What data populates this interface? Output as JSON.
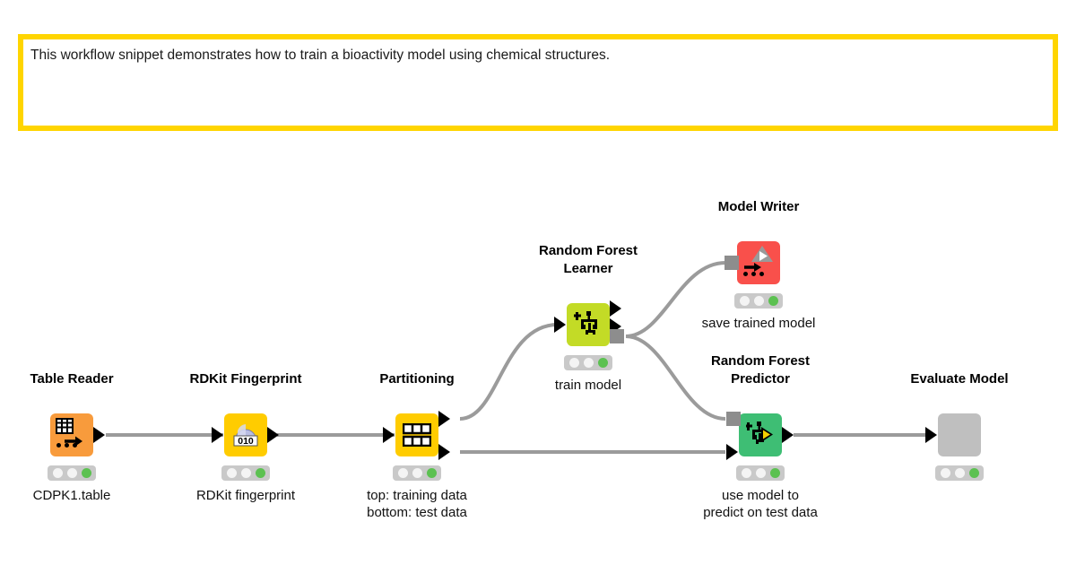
{
  "annotation": {
    "text": "This workflow snippet demonstrates how to train a bioactivity model using chemical structures.",
    "border_color": "#FFD500"
  },
  "colors": {
    "table_reader": "#F89B3C",
    "rdkit_fingerprint": "#FFCC00",
    "partitioning": "#FFCC00",
    "random_forest_learner": "#C3DB26",
    "model_writer": "#F9504B",
    "random_forest_predictor": "#3EBE74",
    "evaluate_model": "#BFBFBF",
    "connection": "#9b9b9b",
    "status_bar": "#c9c9c9",
    "status_led_on": "#5CC151"
  },
  "nodes": [
    {
      "id": "table-reader",
      "title": "Table Reader",
      "caption": "CDPK1.table",
      "icon": "table-import-icon",
      "status": [
        "off",
        "off",
        "on"
      ]
    },
    {
      "id": "rdkit-fingerprint",
      "title": "RDKit Fingerprint",
      "caption": "RDKit fingerprint",
      "icon": "molecule-bits-icon",
      "status": [
        "off",
        "off",
        "on"
      ]
    },
    {
      "id": "partitioning",
      "title": "Partitioning",
      "caption": "top: training data\nbottom: test data",
      "icon": "split-table-icon",
      "status": [
        "off",
        "off",
        "on"
      ]
    },
    {
      "id": "random-forest-learner",
      "title": "Random Forest\nLearner",
      "caption": "train model",
      "icon": "decision-tree-plus-icon",
      "status": [
        "off",
        "off",
        "on"
      ]
    },
    {
      "id": "model-writer",
      "title": "Model Writer",
      "caption": "save trained model",
      "icon": "model-export-icon",
      "status": [
        "off",
        "off",
        "on"
      ]
    },
    {
      "id": "random-forest-predictor",
      "title": "Random Forest\nPredictor",
      "caption": "use model to\npredict on test data",
      "icon": "decision-tree-play-icon",
      "status": [
        "off",
        "off",
        "on"
      ]
    },
    {
      "id": "evaluate-model",
      "title": "Evaluate Model",
      "caption": "",
      "icon": "blank-metanode-icon",
      "status": [
        "off",
        "off",
        "on"
      ]
    }
  ]
}
